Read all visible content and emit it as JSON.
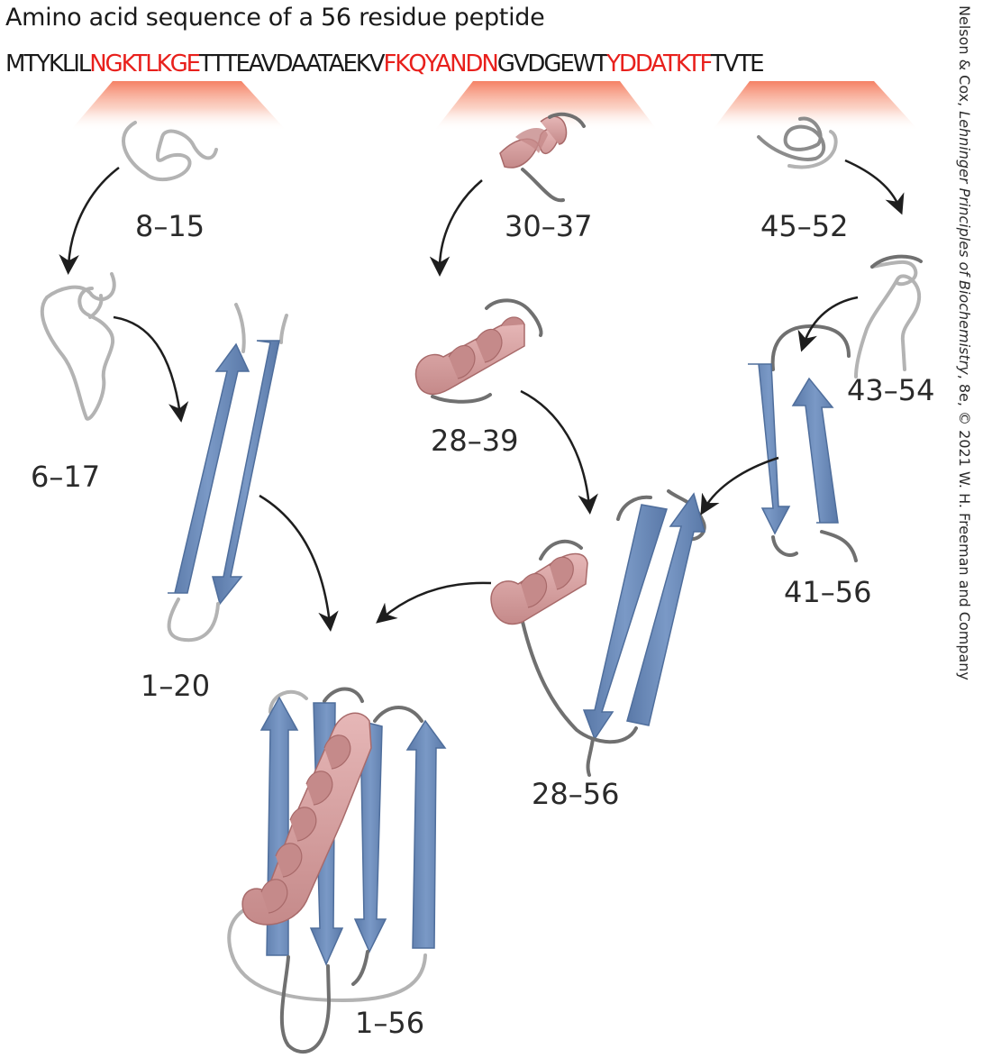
{
  "header": {
    "title": "Amino acid sequence of a 56 residue peptide",
    "sequence": {
      "seg1": "MTYKLIL",
      "hl1": "NGKTLKGE",
      "seg2": "TTTEAVDAATAEKV",
      "hl2": "FKQYANDN",
      "seg3": "GVDGEWT",
      "hl3": "YDDATKTF",
      "seg4": "TVTE"
    }
  },
  "credit": {
    "prefix": "Nelson & Cox, ",
    "book": "Lehninger Principles of Biochemistry",
    "suffix": ", 8e, © 2021 W. H. Freeman and Company"
  },
  "labels": {
    "l8_15": "8–15",
    "l30_37": "30–37",
    "l45_52": "45–52",
    "l6_17": "6–17",
    "l28_39": "28–39",
    "l43_54": "43–54",
    "l1_20": "1–20",
    "l41_56": "41–56",
    "l28_56": "28–56",
    "l1_56": "1–56"
  },
  "colors": {
    "highlight": "#e8201c",
    "strand": "#6f8fbd",
    "strand_dark": "#4f6e9c",
    "helix": "#d9a3a3",
    "helix_dark": "#a86a6a",
    "coil_light": "#b3b3b3",
    "coil_dark": "#707070",
    "arrow": "#1e1e1e"
  }
}
